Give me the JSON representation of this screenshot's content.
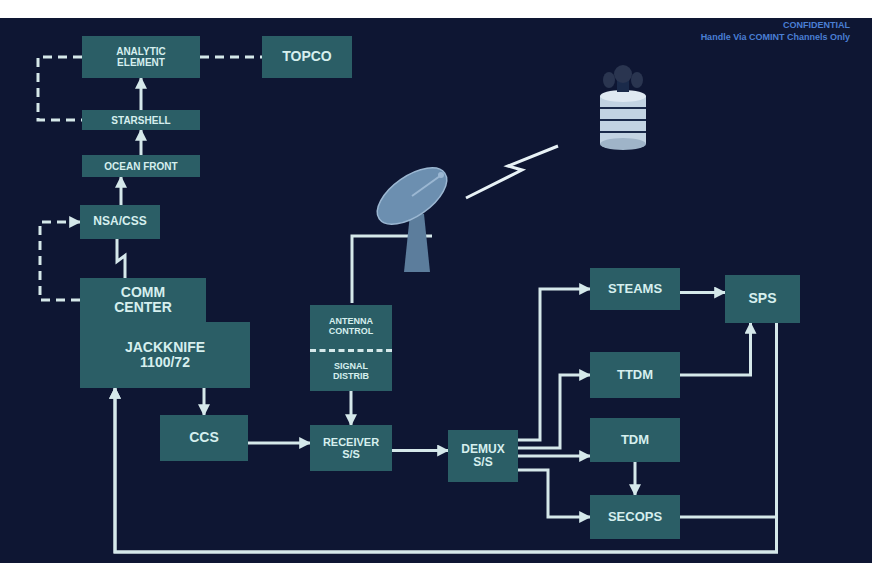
{
  "diagram": {
    "nodes": [
      {
        "text": [
          "ANALYTIC ELEMENT"
        ]
      },
      {
        "text": [
          "TOPCO"
        ]
      },
      {
        "text": [
          "STARSHELL"
        ]
      },
      {
        "text": [
          "OCEAN FRONT"
        ]
      },
      {
        "text": [
          "NSA/CSS"
        ]
      },
      {
        "text": [
          "COMM CENTER"
        ]
      },
      {
        "text": [
          "JACKKNIFE 1100/72"
        ]
      },
      {
        "text": [
          "ANTENNA CONTROL"
        ]
      },
      {
        "text": [
          "SIGNAL DISTRIB"
        ]
      },
      {
        "text": [
          "CCS"
        ]
      },
      {
        "text": [
          "RECEIVER S/S"
        ]
      },
      {
        "text": [
          "DEMUX S/S"
        ]
      },
      {
        "text": [
          "STEAMS"
        ]
      },
      {
        "text": [
          "SPS"
        ]
      },
      {
        "text": [
          "TTDM"
        ]
      },
      {
        "text": [
          "TDM"
        ]
      },
      {
        "text": [
          "SECOPS"
        ]
      }
    ],
    "edges": [
      {
        "from": 0,
        "to": 1,
        "arrow": "none"
      },
      {
        "from": 2,
        "to": 0,
        "arrow": "to"
      },
      {
        "from": 0,
        "to": 2,
        "arrow": "none"
      },
      {
        "from": 3,
        "to": 2,
        "arrow": "to"
      },
      {
        "from": 4,
        "to": 3,
        "arrow": "to"
      },
      {
        "from": 5,
        "to": 4,
        "arrow": "to"
      },
      {
        "from": 4,
        "to": 5,
        "arrow": "none"
      },
      {
        "from": 6,
        "to": 9,
        "arrow": "to"
      },
      {
        "from": 9,
        "to": 10,
        "arrow": "to"
      },
      {
        "from": 8,
        "to": 10,
        "arrow": "to"
      },
      {
        "from": 10,
        "to": 11,
        "arrow": "to"
      },
      {
        "from": 11,
        "to": 12,
        "arrow": "to"
      },
      {
        "from": 11,
        "to": 14,
        "arrow": "to"
      },
      {
        "from": 11,
        "to": 15,
        "arrow": "to"
      },
      {
        "from": 11,
        "to": 16,
        "arrow": "to"
      },
      {
        "from": 12,
        "to": 13,
        "arrow": "to"
      },
      {
        "from": 14,
        "to": 13,
        "arrow": "to"
      },
      {
        "from": 15,
        "to": 16,
        "arrow": "to"
      },
      {
        "from": 13,
        "to": 6,
        "arrow": "to"
      },
      {
        "from": 16,
        "to": 6,
        "arrow": "to"
      }
    ],
    "labels": [
      "CONFIDENTIAL",
      "Handle Via COMINT Channels Only"
    ]
  }
}
